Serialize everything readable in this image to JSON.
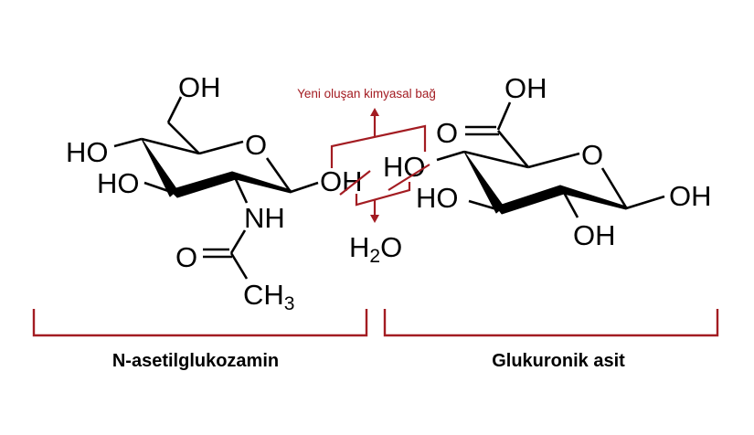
{
  "diagram": {
    "title": "Hyaluronic acid disaccharide formation (condensation)",
    "colors": {
      "annotation": "#a31c22",
      "structure": "#000000",
      "background": "#ffffff"
    },
    "annotation": {
      "bond_label": "Yeni oluşan kimyasal bağ",
      "byproduct_H": "H",
      "byproduct_sub": "2",
      "byproduct_O": "O"
    },
    "left_molecule": {
      "name": "N-asetilglukozamin",
      "atoms": {
        "c6_oh": "OH",
        "ring_o": "O",
        "c4_ho": "HO",
        "c3_ho": "HO",
        "c1_oh": "OH",
        "nh": "NH",
        "carbonyl_o": "O",
        "methyl_c": "CH",
        "methyl_sub": "3"
      }
    },
    "right_molecule": {
      "name": "Glukuronik asit",
      "atoms": {
        "carboxyl_oh": "OH",
        "carboxyl_o": "O",
        "c4_ho": "HO",
        "ring_o": "O",
        "c3_ho": "HO",
        "c2_oh": "OH",
        "c1_oh": "OH"
      }
    }
  }
}
